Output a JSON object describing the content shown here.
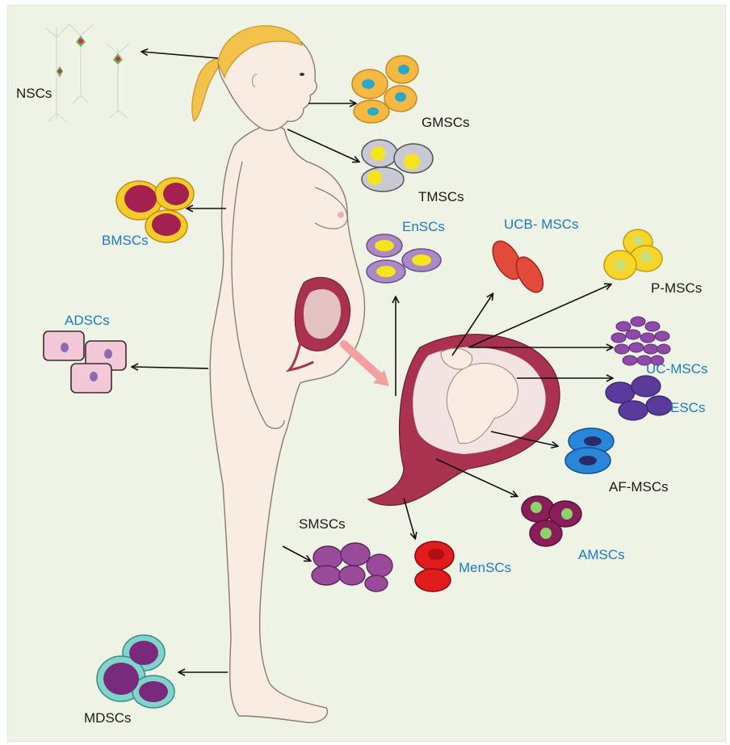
{
  "labels": {
    "nscs": "NSCs",
    "gmscs": "GMSCs",
    "tmscs": "TMSCs",
    "bmscs": "BMSCs",
    "enscs": "EnSCs",
    "ucb_mscs": "UCB- MSCs",
    "p_mscs": "P-MSCs",
    "adscs": "ADSCs",
    "uc_mscs": "UC-MSCs",
    "escs": "ESCs",
    "af_mscs": "AF-MSCs",
    "smscs": "SMSCs",
    "amscs": "AMSCs",
    "menscs": "MenSCs",
    "mdscs": "MDSCs"
  },
  "colors": {
    "background": "#eef3e6",
    "black_label": "#1a1a1a",
    "blue_label": "#1a7bc6",
    "skin": "#f8ece3",
    "hair": "#f2c24a",
    "uterus": "#a8324f",
    "arrow": "#111111",
    "pink_arrow": "#f2a0a0"
  }
}
